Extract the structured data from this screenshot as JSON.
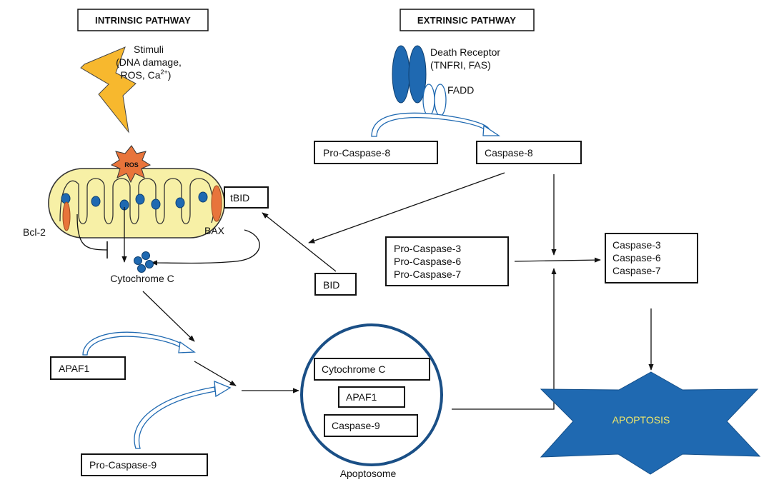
{
  "headers": {
    "intrinsic": "INTRINSIC PATHWAY",
    "extrinsic": "EXTRINSIC PATHWAY"
  },
  "stimuli": {
    "line1": "Stimuli",
    "line2": "(DNA damage,",
    "line3": "ROS, Ca",
    "line3_sup": "2+",
    "line3_end": ")"
  },
  "death_receptor": {
    "line1": "Death Receptor",
    "line2": "(TNFRI, FAS)",
    "fadd": "FADD"
  },
  "mitochondrion": {
    "ros": "ROS",
    "bcl2": "Bcl-2",
    "bax": "BAX"
  },
  "labels": {
    "cytochrome_c": "Cytochrome C",
    "apoptosome": "Apoptosome"
  },
  "boxes": {
    "pro_caspase_8": "Pro-Caspase-8",
    "caspase_8": "Caspase-8",
    "tbid": "tBID",
    "bid": "BID",
    "pro_caspases": [
      "Pro-Caspase-3",
      "Pro-Caspase-6",
      "Pro-Caspase-7"
    ],
    "caspases": [
      "Caspase-3",
      "Caspase-6",
      "Caspase-7"
    ],
    "apaf1": "APAF1",
    "pro_caspase_9": "Pro-Caspase-9",
    "apoptosome_items": [
      "Cytochrome C",
      "APAF1",
      "Caspase-9"
    ]
  },
  "apoptosis": "APOPTOSIS",
  "colors": {
    "blue": "#1f69b1",
    "orange": "#e8743b",
    "mito_fill": "#f7f0a6",
    "lightning": "#f7b82e",
    "apoptosis_text": "#f2e96a"
  }
}
